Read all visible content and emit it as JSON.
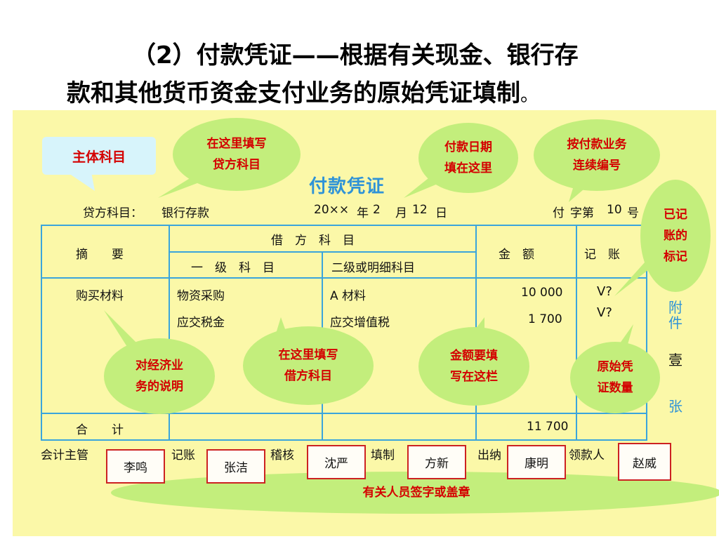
{
  "heading": {
    "line1": "（2）付款凭证——根据有关现金、银行存",
    "line2": "款和其他货币资金支付业务的原始凭证填制",
    "line2_tail": "。"
  },
  "voucher": {
    "title": "付款凭证",
    "credit_label": "贷方科目：",
    "credit_value": "银行存款",
    "date_year": "20××",
    "date_year_unit": "年",
    "date_month": "2",
    "date_month_unit": "月",
    "date_day": "12",
    "date_day_unit": "日",
    "no_prefix": "付",
    "no_word": "字第",
    "no_value": "10",
    "no_suffix": "号",
    "headers": {
      "summary": "摘　　要",
      "debit": "借　方　科　目",
      "level1": "一　级　科　目",
      "level2": "二级或明细科目",
      "amount": "金　额",
      "posted": "记　账"
    },
    "rows": [
      {
        "summary": "购买材料",
        "level1": "物资采购",
        "level2": "A 材料",
        "amount": "10 000",
        "mark": "V?"
      },
      {
        "summary": "",
        "level1": "应交税金",
        "level2": "应交增值税",
        "amount": "1 700",
        "mark": "V?"
      }
    ],
    "total_label": "合　　计",
    "total_amount": "11 700",
    "attach_label_1": "附",
    "attach_label_2": "件",
    "attach_count": "壹",
    "attach_unit": "张"
  },
  "signatures": [
    {
      "role": "会计主管",
      "name": "李鸣"
    },
    {
      "role": "记账",
      "name": "张洁"
    },
    {
      "role": "稽核",
      "name": "沈严"
    },
    {
      "role": "填制",
      "name": "方新"
    },
    {
      "role": "出纳",
      "name": "康明"
    },
    {
      "role": "领款人",
      "name": "赵威"
    }
  ],
  "callouts": {
    "main_subject": "主体科目",
    "credit_fill": [
      "在这里填写",
      "贷方科目"
    ],
    "date_fill": [
      "付款日期",
      "填在这里"
    ],
    "numbering": [
      "按付款业务",
      "连续编号"
    ],
    "posted_mark": [
      "已记",
      "账的",
      "标记"
    ],
    "summary_desc": [
      "对经济业",
      "务的说明"
    ],
    "debit_fill": [
      "在这里填写",
      "借方科目"
    ],
    "amount_fill": [
      "金额要填",
      "写在这栏"
    ],
    "attach_count": [
      "原始凭",
      "证数量"
    ],
    "sign_note": "有关人员签字或盖章"
  },
  "colors": {
    "panel": "#fbf8a8",
    "grid": "#3aa5dc",
    "bubble": "#c3ee7c",
    "callout_text": "#d40000",
    "label_blue": "#2f93d7"
  }
}
